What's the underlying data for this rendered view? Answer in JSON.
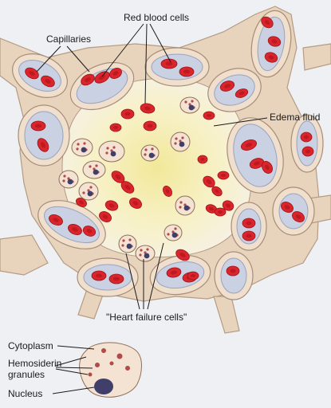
{
  "labels": {
    "capillaries": "Capillaries",
    "red_blood_cells": "Red blood cells",
    "edema_fluid": "Edema fluid",
    "heart_failure_cells": "\"Heart failure cells\"",
    "cytoplasm": "Cytoplasm",
    "hemosiderin_line1": "Hemosiderin",
    "hemosiderin_line2": "granules",
    "nucleus": "Nucleus"
  },
  "colors": {
    "septum": "#e8d3bd",
    "capillary_lumen": "#c9d1e3",
    "red_blood_cell": "#d9262c",
    "edema_fluid_center": "#f2e89a",
    "heart_failure_cell": "#f4e2d2",
    "nucleus": "#3f3f6a"
  }
}
